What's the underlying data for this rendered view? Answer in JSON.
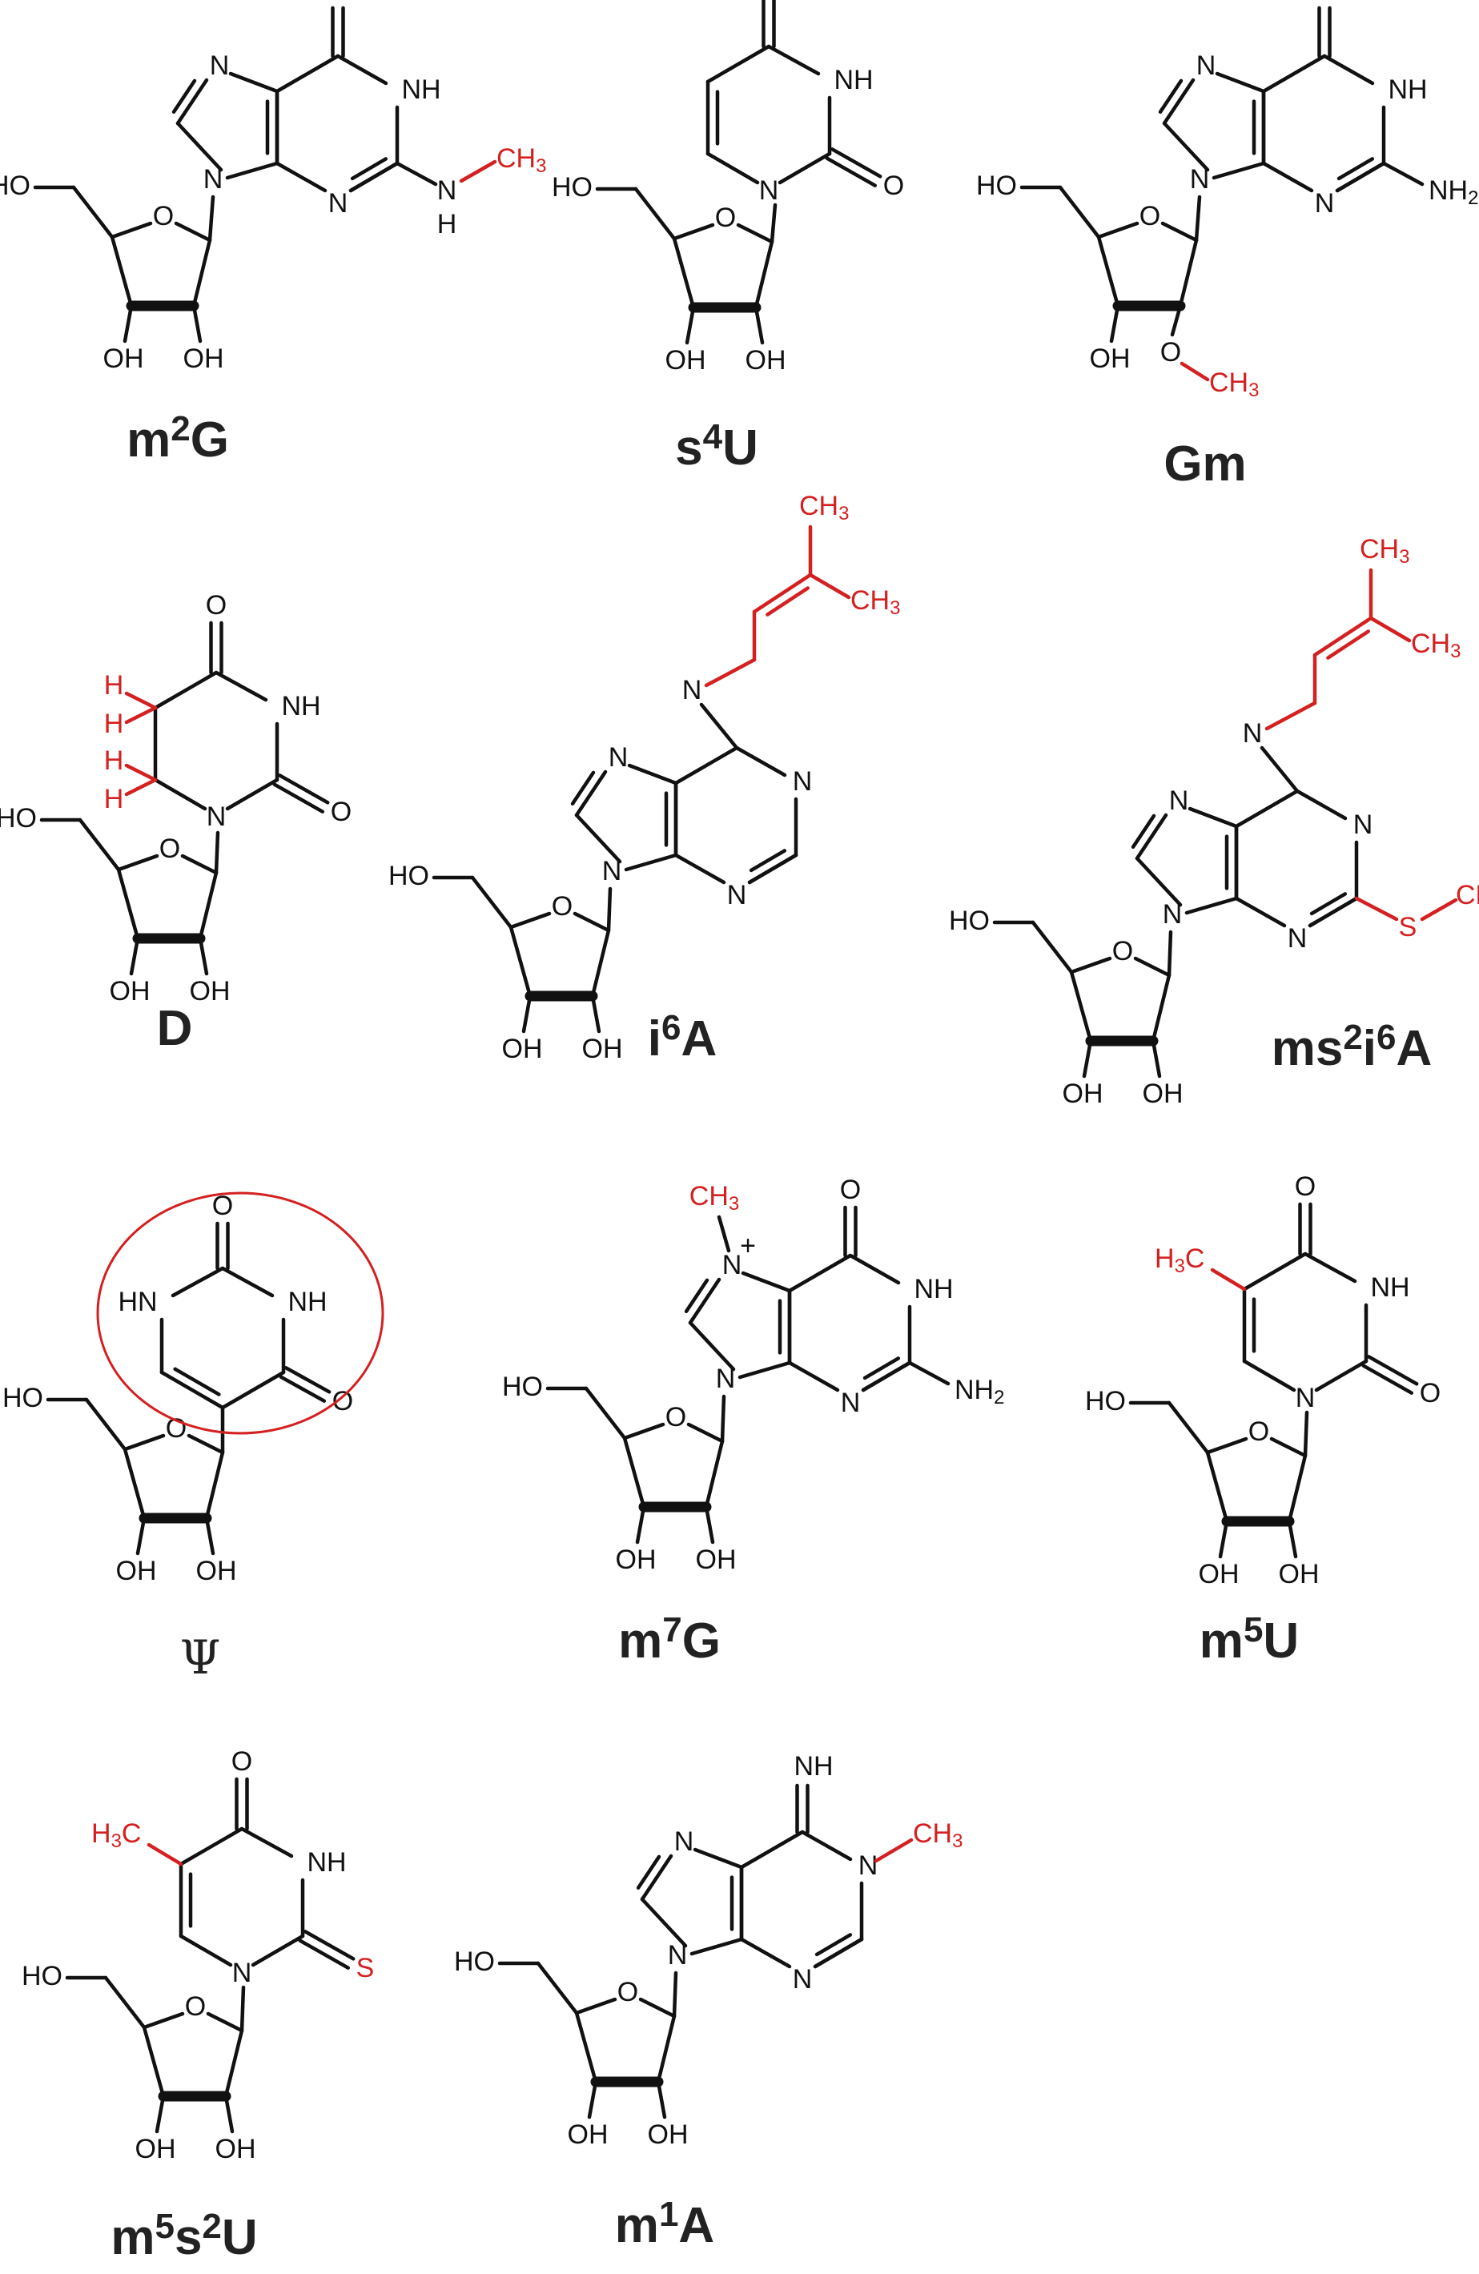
{
  "colors": {
    "black": "#111111",
    "red": "#d42020",
    "background": "#ffffff"
  },
  "labels": {
    "nh": "NH",
    "n": "N",
    "o": "O",
    "s": "S",
    "hn": "HN",
    "h": "H",
    "ho": "HO",
    "oh": "OH",
    "ch3": "CH",
    "h3c": "H",
    "nh2": "NH",
    "imine": "NH",
    "sub3": "3",
    "sub2": "2",
    "plus": "+",
    "c": "C"
  },
  "molecules": [
    {
      "id": "m2g",
      "name": [
        "m",
        "2",
        "G"
      ]
    },
    {
      "id": "s4u",
      "name": [
        "s",
        "4",
        "U"
      ]
    },
    {
      "id": "gm",
      "name": [
        "Gm"
      ]
    },
    {
      "id": "d",
      "name": [
        "D"
      ]
    },
    {
      "id": "i6a",
      "name": [
        "i",
        "6",
        "A"
      ]
    },
    {
      "id": "ms2i6a",
      "name": [
        "ms",
        "2",
        "i",
        "6",
        "A"
      ]
    },
    {
      "id": "psi",
      "name": [
        "Ψ"
      ]
    },
    {
      "id": "m7g",
      "name": [
        "m",
        "7",
        "G"
      ]
    },
    {
      "id": "m5u",
      "name": [
        "m",
        "5",
        "U"
      ]
    },
    {
      "id": "m5s2u",
      "name": [
        "m",
        "5",
        "s",
        "2",
        "U"
      ]
    },
    {
      "id": "m1a",
      "name": [
        "m",
        "1",
        "A"
      ]
    }
  ]
}
